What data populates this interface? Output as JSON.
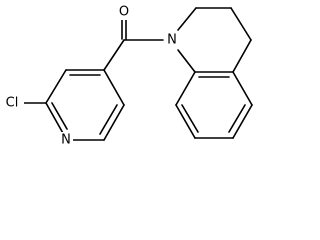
{
  "molecule": {
    "atoms": {
      "oxygen": "O",
      "chlorine": "Cl",
      "pyridine_nitrogen": "N",
      "amide_nitrogen": "N"
    }
  }
}
